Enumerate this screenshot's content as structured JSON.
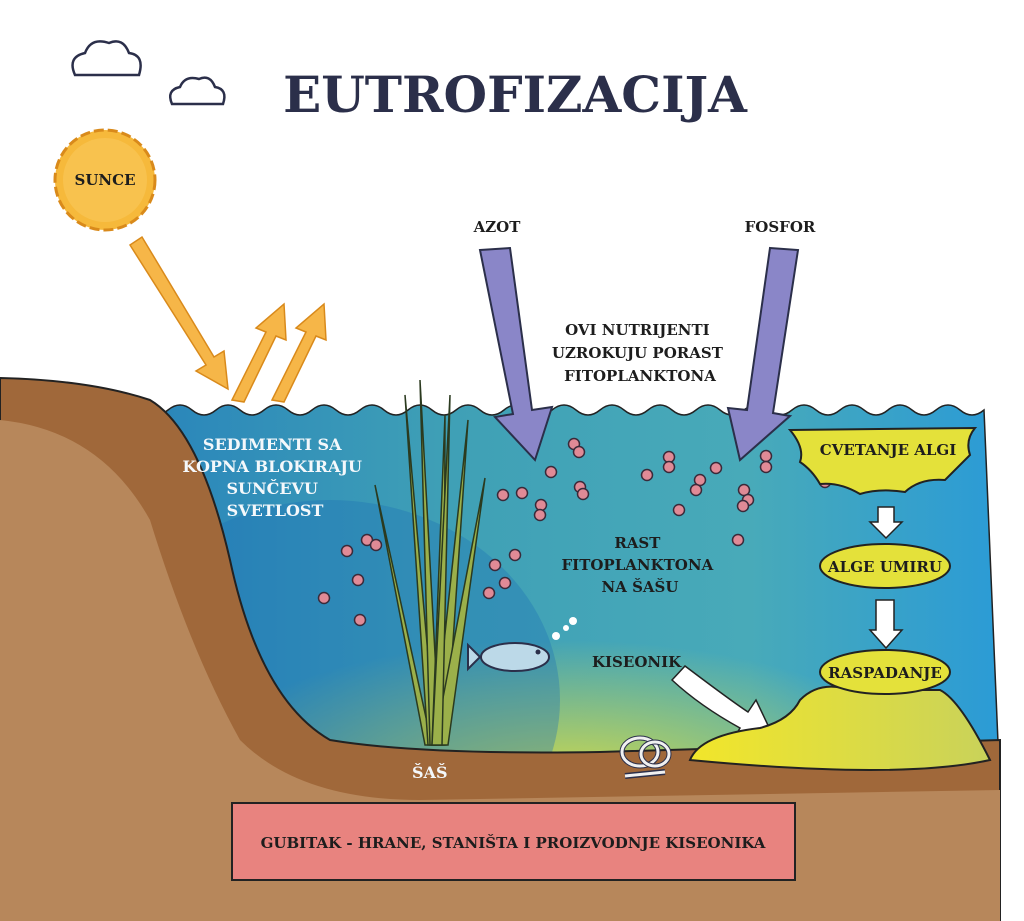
{
  "title": "EUTROFIZACIJA",
  "sun_label": "SUNCE",
  "nutrients": {
    "nitrogen": "AZOT",
    "phosphorus": "FOSFOR"
  },
  "nutrient_note": [
    "OVI NUTRIJENTI",
    "UZROKUJU PORAST",
    "FITOPLANKTONA"
  ],
  "sediment_note": [
    "SEDIMENTI SA",
    "KOPNA BLOKIRAJU",
    "SUNČEVU",
    "SVETLOST"
  ],
  "growth_note": [
    "RAST",
    "FITOPLANKTONA",
    "NA ŠAŠU"
  ],
  "oxygen_label": "KISEONIK",
  "reed_label": "ŠAŠ",
  "process": {
    "bloom": "CVETANJE ALGI",
    "die": "ALGE UMIRU",
    "decay": "RASPADANJE"
  },
  "loss_banner": "GUBITAK - HRANE, STANIŠTA I PROIZVODNJE KISEONIKA",
  "colors": {
    "title": "#2b2f4a",
    "sun": "#f6b93b",
    "nutrient_arrow": "#8a86c8",
    "algae": "#e4e13a",
    "banner": "#e8837f",
    "soil": "#a0683a"
  }
}
